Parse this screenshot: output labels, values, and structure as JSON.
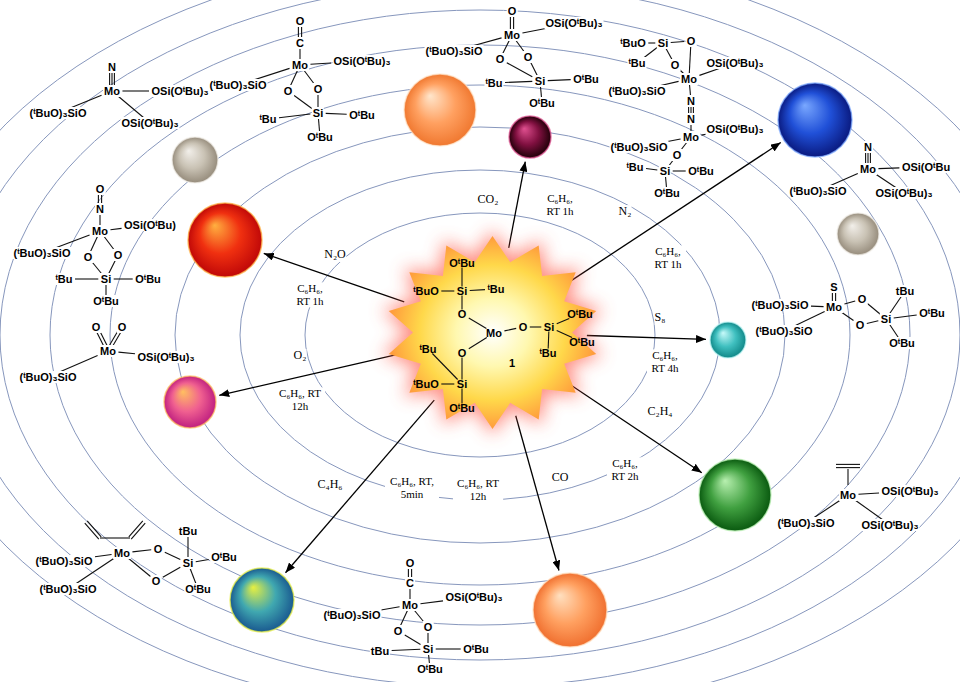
{
  "diagram": {
    "nodes": [
      {
        "text": [
          "OᵗBu",
          "ᵗBuO",
          "Si",
          "ᵗBu",
          "O",
          "Mo",
          "O",
          "Si",
          "OᵗBu",
          "ᵗBu",
          "OᵗBu",
          "ᵗBu",
          "O",
          "ᵗBuO",
          "Si",
          "OᵗBu",
          "1"
        ]
      },
      {
        "text": [
          "N",
          "Mo",
          "OSi(OᵗBu)₃",
          "(ᵗBuO)₃SiO",
          "OSi(OᵗBu)₃"
        ]
      },
      {
        "text": [
          "O",
          "C",
          "Mo",
          "OSi(OᵗBu)₃",
          "(ᵗBuO)₃SiO",
          "O",
          "O",
          "Si",
          "ᵗBu",
          "OᵗBu",
          "OᵗBu"
        ]
      },
      {
        "text": [
          "O",
          "Mo",
          "OSi(OᵗBu)₃",
          "(ᵗBuO)₃SiO",
          "O",
          "O",
          "Si",
          "ᵗBu",
          "OᵗBu",
          "OᵗBu"
        ]
      },
      {
        "text": [
          "ᵗBuO",
          "Si",
          "O",
          "ᵗBu",
          "O",
          "OSi(OᵗBu)₃",
          "Mo",
          "(ᵗBuO)₃SiO",
          "N",
          "N",
          "Mo",
          "OSi(OᵗBu)₃",
          "(ᵗBuO)₃SiO",
          "O",
          "ᵗBu",
          "Si",
          "OᵗBu",
          "OᵗBu"
        ]
      },
      {
        "text": [
          "N",
          "Mo",
          "OSi(OᵗBu",
          "(ᵗBuO)₃SiO",
          "OSi(OᵗBu)₃"
        ]
      },
      {
        "text": [
          "O",
          "N",
          "Mo",
          "OSi(OᵗBu)",
          "(ᵗBuO)₃SiO",
          "O",
          "O",
          "ᵗBu",
          "Si",
          "OᵗBu",
          "OᵗBu"
        ]
      },
      {
        "text": [
          "O",
          "O",
          "Mo",
          "OSi(OᵗBu)₃",
          "(ᵗBuO)₃SiO"
        ]
      },
      {
        "text": [
          "S",
          "Mo",
          "(ᵗBuO)₃SiO",
          "(ᵗBuO)₃SiO",
          "O",
          "tBu",
          "O",
          "Si",
          "OᵗBu",
          "OᵗBu"
        ]
      },
      {
        "text": [
          "Mo",
          "tBu",
          "(ᵗBuO)₃SiO",
          "O",
          "Si",
          "OᵗBu",
          "(ᵗBuO)₃SiO",
          "O",
          "OᵗBu"
        ]
      },
      {
        "text": [
          "Mo",
          "OSi(OᵗBu)₃",
          "(ᵗBuO)₃SiO",
          "OSi(OᵗBu)₃"
        ]
      },
      {
        "text": [
          "O",
          "C",
          "Mo",
          "OSi(OᵗBu)₃",
          "(ᵗBuO)₃SiO",
          "O",
          "O",
          "tBu",
          "Si",
          "OᵗBu",
          "OᵗBu"
        ]
      }
    ],
    "edges": [
      {
        "from": 0,
        "to": 3,
        "arrow": "to",
        "label": "CO₂"
      },
      {
        "from": 0,
        "to": 4,
        "arrow": "to",
        "label": "N₂"
      },
      {
        "from": 0,
        "to": 8,
        "arrow": "to",
        "label": "S₈"
      },
      {
        "from": 0,
        "to": 10,
        "arrow": "to",
        "label": "C₂H₄"
      },
      {
        "from": 0,
        "to": 11,
        "arrow": "to",
        "label": "CO"
      },
      {
        "from": 0,
        "to": 9,
        "arrow": "to",
        "label": "C₄H₆"
      },
      {
        "from": 0,
        "to": 7,
        "arrow": "to",
        "label": "O₂"
      },
      {
        "from": 0,
        "to": 6,
        "arrow": "to",
        "label": "N₂O"
      }
    ],
    "labels": [
      "C₆H₆, RT 1h",
      "C₆H₆, RT 1h",
      "C₆H₆, RT 4h",
      "C₆H₆, RT 2h",
      "C₆H₆, RT 12h",
      "C₆H₆, RT, 5min",
      "C₆H₆, RT 12h",
      "C₆H₆, RT 1h"
    ]
  }
}
